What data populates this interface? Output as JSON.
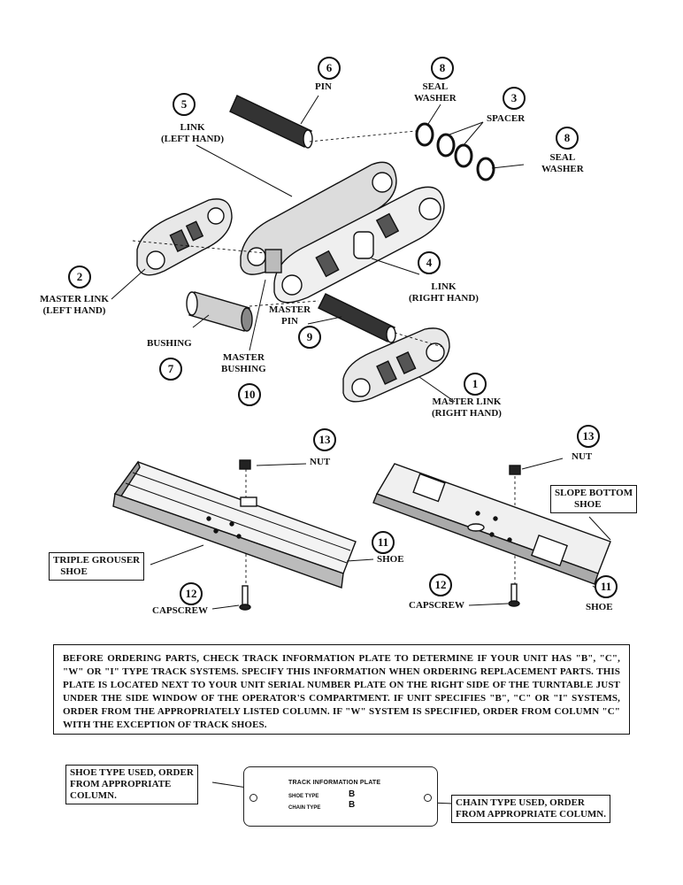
{
  "callouts": {
    "n1": "1",
    "n2": "2",
    "n3": "3",
    "n4": "4",
    "n5": "5",
    "n6": "6",
    "n7": "7",
    "n8a": "8",
    "n8b": "8",
    "n9": "9",
    "n10": "10",
    "n11a": "11",
    "n11b": "11",
    "n12a": "12",
    "n12b": "12",
    "n13a": "13",
    "n13b": "13"
  },
  "labels": {
    "pin": "PIN",
    "seal_washer_1": "SEAL\nWASHER",
    "spacer": "SPACER",
    "seal_washer_2": "SEAL\nWASHER",
    "link_left": "LINK\n(LEFT HAND)",
    "master_link_left": "MASTER LINK\n(LEFT HAND)",
    "link_right": "LINK\n(RIGHT HAND)",
    "master_pin": "MASTER\nPIN",
    "bushing": "BUSHING",
    "master_bushing": "MASTER\nBUSHING",
    "master_link_right": "MASTER LINK\n(RIGHT HAND)",
    "nut_1": "NUT",
    "nut_2": "NUT",
    "shoe_1": "SHOE",
    "shoe_2": "SHOE",
    "capscrew_1": "CAPSCREW",
    "capscrew_2": "CAPSCREW"
  },
  "boxes": {
    "triple_grouser": "TRIPLE GROUSER\n   SHOE",
    "slope_bottom": "SLOPE BOTTOM\n        SHOE",
    "shoe_type_note": "SHOE TYPE USED, ORDER\nFROM APPROPRIATE\nCOLUMN.",
    "chain_type_note": "CHAIN TYPE USED, ORDER\nFROM APPROPRIATE COLUMN."
  },
  "notice": "BEFORE ORDERING PARTS, CHECK TRACK INFORMATION PLATE TO DETERMINE IF YOUR UNIT HAS \"B\", \"C\", \"W\" OR \"I\" TYPE TRACK SYSTEMS. SPECIFY THIS INFORMATION WHEN ORDERING REPLACEMENT PARTS. THIS PLATE IS LOCATED NEXT TO YOUR UNIT SERIAL NUMBER PLATE ON THE RIGHT SIDE OF THE TURNTABLE JUST UNDER THE SIDE WINDOW OF THE OPERATOR'S COMPARTMENT. IF UNIT SPECIFIES \"B\", \"C\" OR \"I\" SYSTEMS, ORDER FROM THE APPROPRIATELY LISTED COLUMN. IF \"W\" SYSTEM IS SPECIFIED, ORDER FROM COLUMN \"C\" WITH THE EXCEPTION OF TRACK SHOES.",
  "plate": {
    "title": "TRACK INFORMATION PLATE",
    "shoe_type_label": "SHOE TYPE",
    "shoe_type_value": "B",
    "chain_type_label": "CHAIN TYPE",
    "chain_type_value": "B"
  }
}
